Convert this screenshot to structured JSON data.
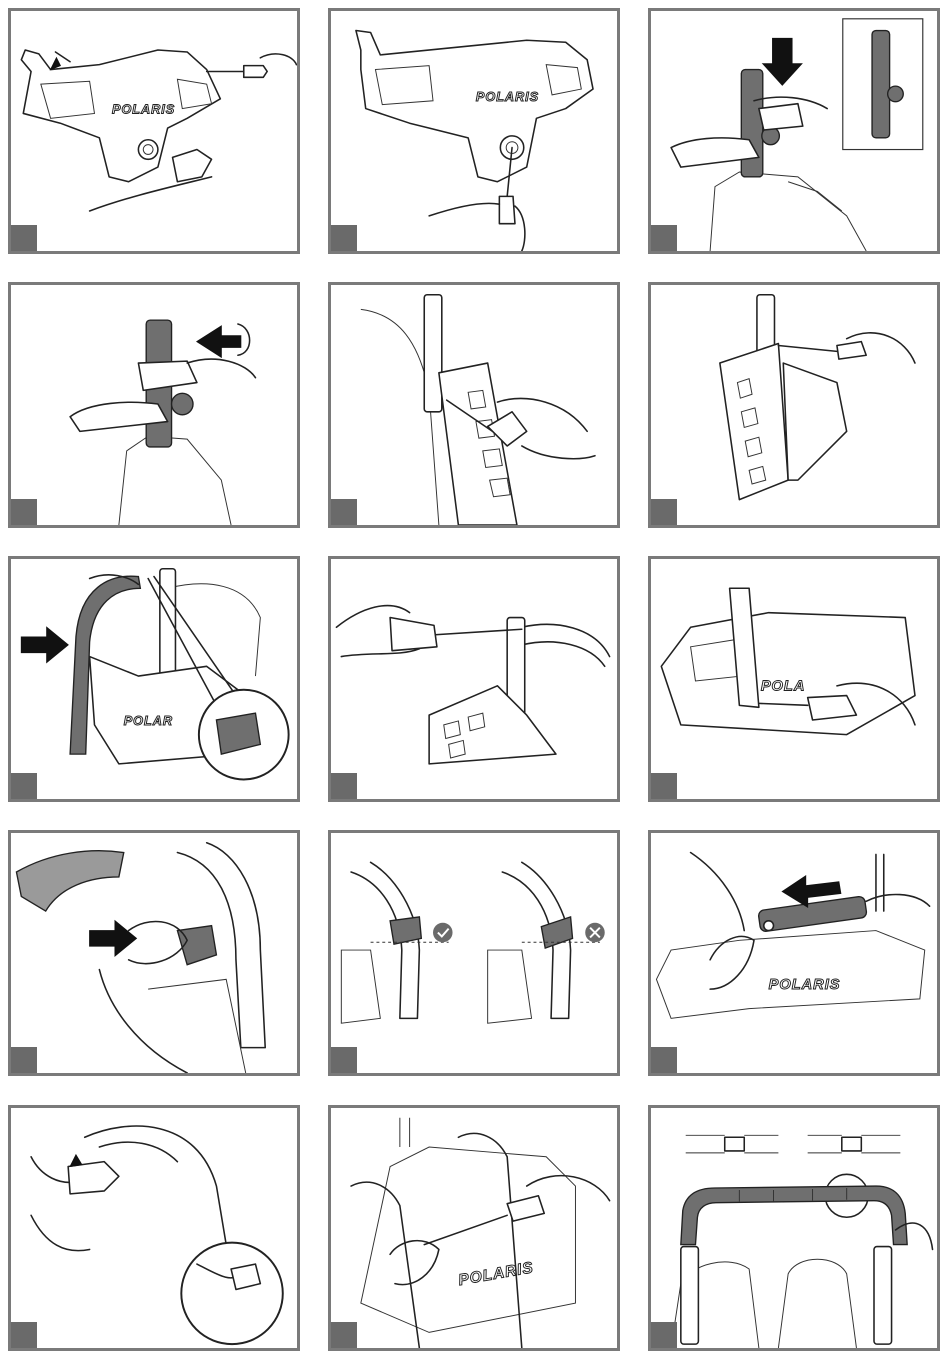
{
  "document": {
    "brand_logo": "POLARIS",
    "brand_logo_partial_a": "POLAR",
    "brand_logo_partial_b": "POLA",
    "colors": {
      "frame": "#7a7a7a",
      "step_badge": "#6a6a6a",
      "part_gray": "#6f6f6f",
      "arrow": "#111111"
    },
    "panels": [
      {
        "id": 1,
        "icon": "screwdriver-icon"
      },
      {
        "id": 2,
        "icon": "screwdriver-icon"
      },
      {
        "id": 3,
        "icon": "arrow-down-icon"
      },
      {
        "id": 4,
        "icon": "rotate-arrow-icon"
      },
      {
        "id": 5,
        "icon": "screwdriver-icon"
      },
      {
        "id": 6,
        "icon": "screwdriver-icon"
      },
      {
        "id": 7,
        "icon": "arrow-right-icon"
      },
      {
        "id": 8,
        "icon": "screwdriver-icon"
      },
      {
        "id": 9,
        "icon": "screwdriver-icon"
      },
      {
        "id": 10,
        "icon": "arrow-right-icon"
      },
      {
        "id": 11,
        "icon": "check-icon"
      },
      {
        "id": 12,
        "icon": "arrow-left-icon"
      },
      {
        "id": 13,
        "icon": "curved-arrow-icon"
      },
      {
        "id": 14,
        "icon": "screwdriver-icon"
      },
      {
        "id": 15,
        "icon": "roll-bar-icon"
      }
    ]
  }
}
